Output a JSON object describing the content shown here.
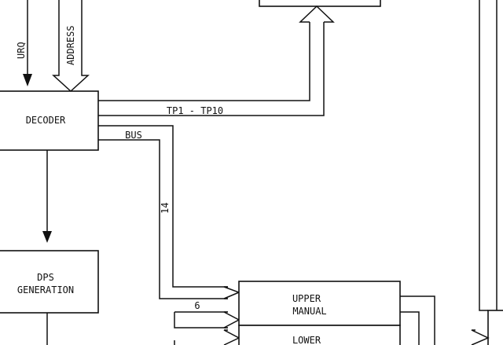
{
  "blocks": {
    "decoder": "DECODER",
    "dps_line1": "DPS",
    "dps_line2": "GENERATION",
    "upper_line1": "UPPER",
    "upper_line2": "MANUAL",
    "lower_line1": "LOWER"
  },
  "signals": {
    "urq": "URQ",
    "address": "ADDRESS",
    "tp": "TP1 - TP10",
    "bus": "BUS",
    "bus_width": "14",
    "upper_width": "6"
  }
}
